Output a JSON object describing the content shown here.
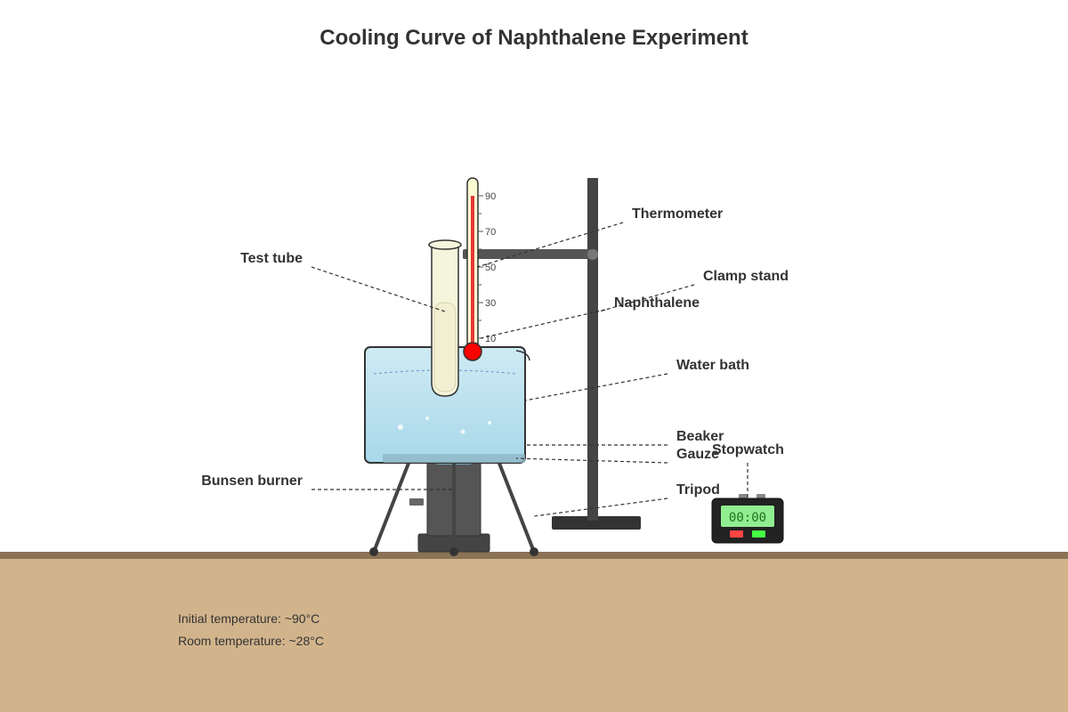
{
  "title": "Cooling Curve of Naphthalene Experiment",
  "labels": {
    "thermometer": "Thermometer",
    "clamp_stand": "Clamp stand",
    "naphthalene": "Naphthalene",
    "test_tube": "Test tube",
    "water_bath": "Water bath",
    "beaker": "Beaker",
    "gauze": "Gauze",
    "stopwatch": "Stopwatch",
    "tripod": "Tripod",
    "bunsen_burner": "Bunsen burner"
  },
  "thermometer_scale": [
    "90",
    "70",
    "50",
    "30",
    "10"
  ],
  "stopwatch_display": "00:00",
  "notes": {
    "initial_temperature": "Initial temperature: ~90°C",
    "room_temperature": "Room temperature: ~28°C"
  },
  "colors": {
    "bench": "#d2b48c",
    "bench_edge": "#8b7355",
    "water": "#a8d8ea",
    "stand": "#444444",
    "mercury": "#e53935",
    "bulb": "#ff0000",
    "tube": "#f5f5dc",
    "lcd": "#90ee90"
  }
}
